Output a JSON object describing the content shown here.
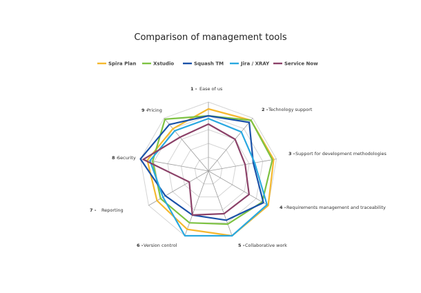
{
  "chart_data": {
    "type": "radar",
    "title": "Comparison of management tools",
    "axes": [
      {
        "num": "1 -",
        "label": "Ease of us"
      },
      {
        "num": "2 -",
        "label": "Technology support"
      },
      {
        "num": "3 -",
        "label": "Support for development methodologies"
      },
      {
        "num": "4 -",
        "label": "Requirements management and traceability"
      },
      {
        "num": "5 -",
        "label": "Collaborative work"
      },
      {
        "num": "6 -",
        "label": "Version control"
      },
      {
        "num": "7 -",
        "label": "Reporting"
      },
      {
        "num": "8 -",
        "label": "Security"
      },
      {
        "num": "9 -",
        "label": "Pricing"
      }
    ],
    "rmax": 5,
    "grid_levels": 5,
    "legend_position": "top",
    "series": [
      {
        "name": "Spira Plan",
        "color": "#F5B82E",
        "values": [
          4.5,
          4.8,
          4.8,
          5.0,
          5.0,
          4.5,
          4.3,
          4.5,
          4.0
        ]
      },
      {
        "name": "Xstudio",
        "color": "#7DC242",
        "values": [
          4.0,
          4.8,
          4.7,
          4.5,
          4.1,
          4.0,
          4.0,
          4.1,
          4.9
        ]
      },
      {
        "name": "Squash TM",
        "color": "#1A52A8",
        "values": [
          4.0,
          4.6,
          3.3,
          4.6,
          3.8,
          3.4,
          3.6,
          5.0,
          4.4
        ]
      },
      {
        "name": "Jira / XRAY",
        "color": "#29A8E0",
        "values": [
          3.8,
          3.7,
          3.4,
          4.9,
          5.0,
          5.0,
          3.8,
          4.3,
          3.8
        ]
      },
      {
        "name": "Service Now",
        "color": "#8B4168",
        "values": [
          3.4,
          3.0,
          2.7,
          3.4,
          3.3,
          3.4,
          1.6,
          4.8,
          3.2
        ]
      }
    ]
  }
}
